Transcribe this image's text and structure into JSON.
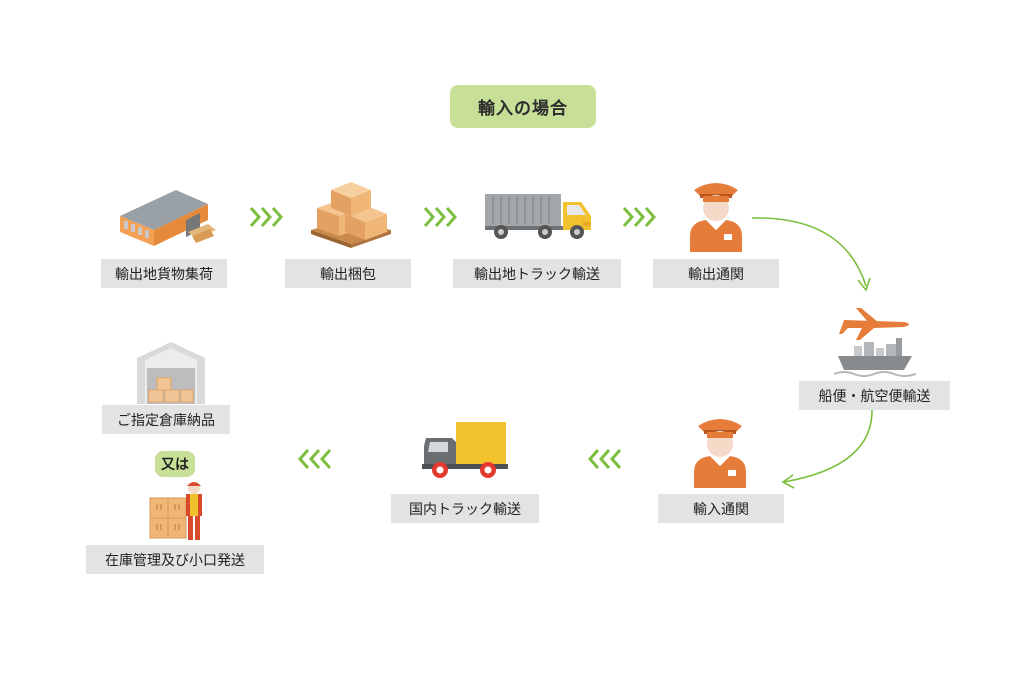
{
  "title": "輸入の場合",
  "steps": {
    "export_pickup": "輸出地貨物集荷",
    "export_packing": "輸出梱包",
    "export_truck": "輸出地トラック輸送",
    "export_customs": "輸出通関",
    "sea_air": "船便・航空便輸送",
    "import_customs": "輸入通関",
    "domestic_truck": "国内トラック輸送",
    "warehouse_delivery": "ご指定倉庫納品",
    "or": "又は",
    "inventory_shipping": "在庫管理及び小口発送"
  },
  "colors": {
    "accent_green": "#7cbf3f",
    "badge_green": "#c7df97",
    "label_gray": "#e3e3e3",
    "orange": "#e57c3a",
    "yellow": "#f2c12e"
  }
}
